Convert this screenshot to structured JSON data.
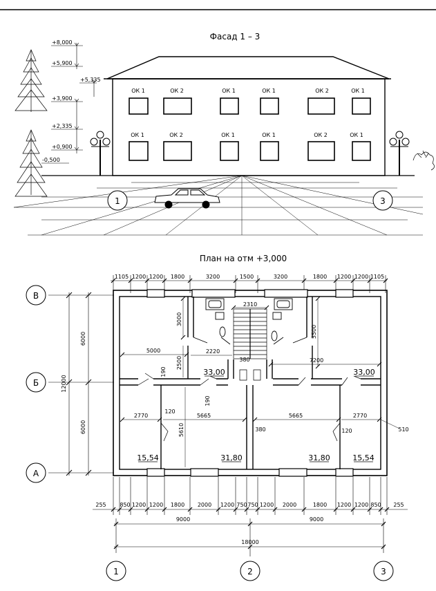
{
  "facade": {
    "title": "Фасад 1 – 3",
    "levels": [
      "+8,000",
      "+5,900",
      "+5,335",
      "+3,900",
      "+2,335",
      "+0,900",
      "-0,500"
    ],
    "windows_upper": [
      "ОК 1",
      "ОК 2",
      "ОК 1",
      "ОК 1",
      "ОК 2",
      "ОК 1"
    ],
    "windows_lower": [
      "ОК 1",
      "ОК 2",
      "ОК 1",
      "ОК 1",
      "ОК 2",
      "ОК 1"
    ],
    "axes": [
      "1",
      "3"
    ]
  },
  "plan": {
    "title": "План на отм +3,000",
    "top_dims": [
      "1105",
      "1200",
      "1200",
      "1800",
      "3200",
      "1500",
      "3200",
      "1800",
      "1200",
      "1200",
      "1105"
    ],
    "bottom_dims": [
      "255",
      "850",
      "1200",
      "1200",
      "1800",
      "2000",
      "1200",
      "750",
      "750",
      "1200",
      "2000",
      "1800",
      "1200",
      "1200",
      "850",
      "255"
    ],
    "span_dims": [
      "9000",
      "9000"
    ],
    "total_dim": "18000",
    "left_dims": [
      "6000",
      "6000",
      "12000"
    ],
    "axis_rows": [
      "В",
      "Б",
      "А"
    ],
    "axis_cols": [
      "1",
      "2",
      "3"
    ],
    "inner_dims": {
      "d2310": "2310",
      "d3000": "3000",
      "d5500": "5500",
      "d2220": "2220",
      "d5000": "5000",
      "d7200": "7200",
      "d380a": "380",
      "d2500": "2500",
      "d190a": "190",
      "d190b": "190",
      "d2770a": "2770",
      "d5665a": "5665",
      "d5665b": "5665",
      "d2770b": "2770",
      "d120a": "120",
      "d120b": "120",
      "d5610": "5610",
      "d380b": "380",
      "d510": "510"
    },
    "areas": [
      "33,00",
      "33,00",
      "15,54",
      "31,80",
      "31,80",
      "15,54"
    ]
  }
}
